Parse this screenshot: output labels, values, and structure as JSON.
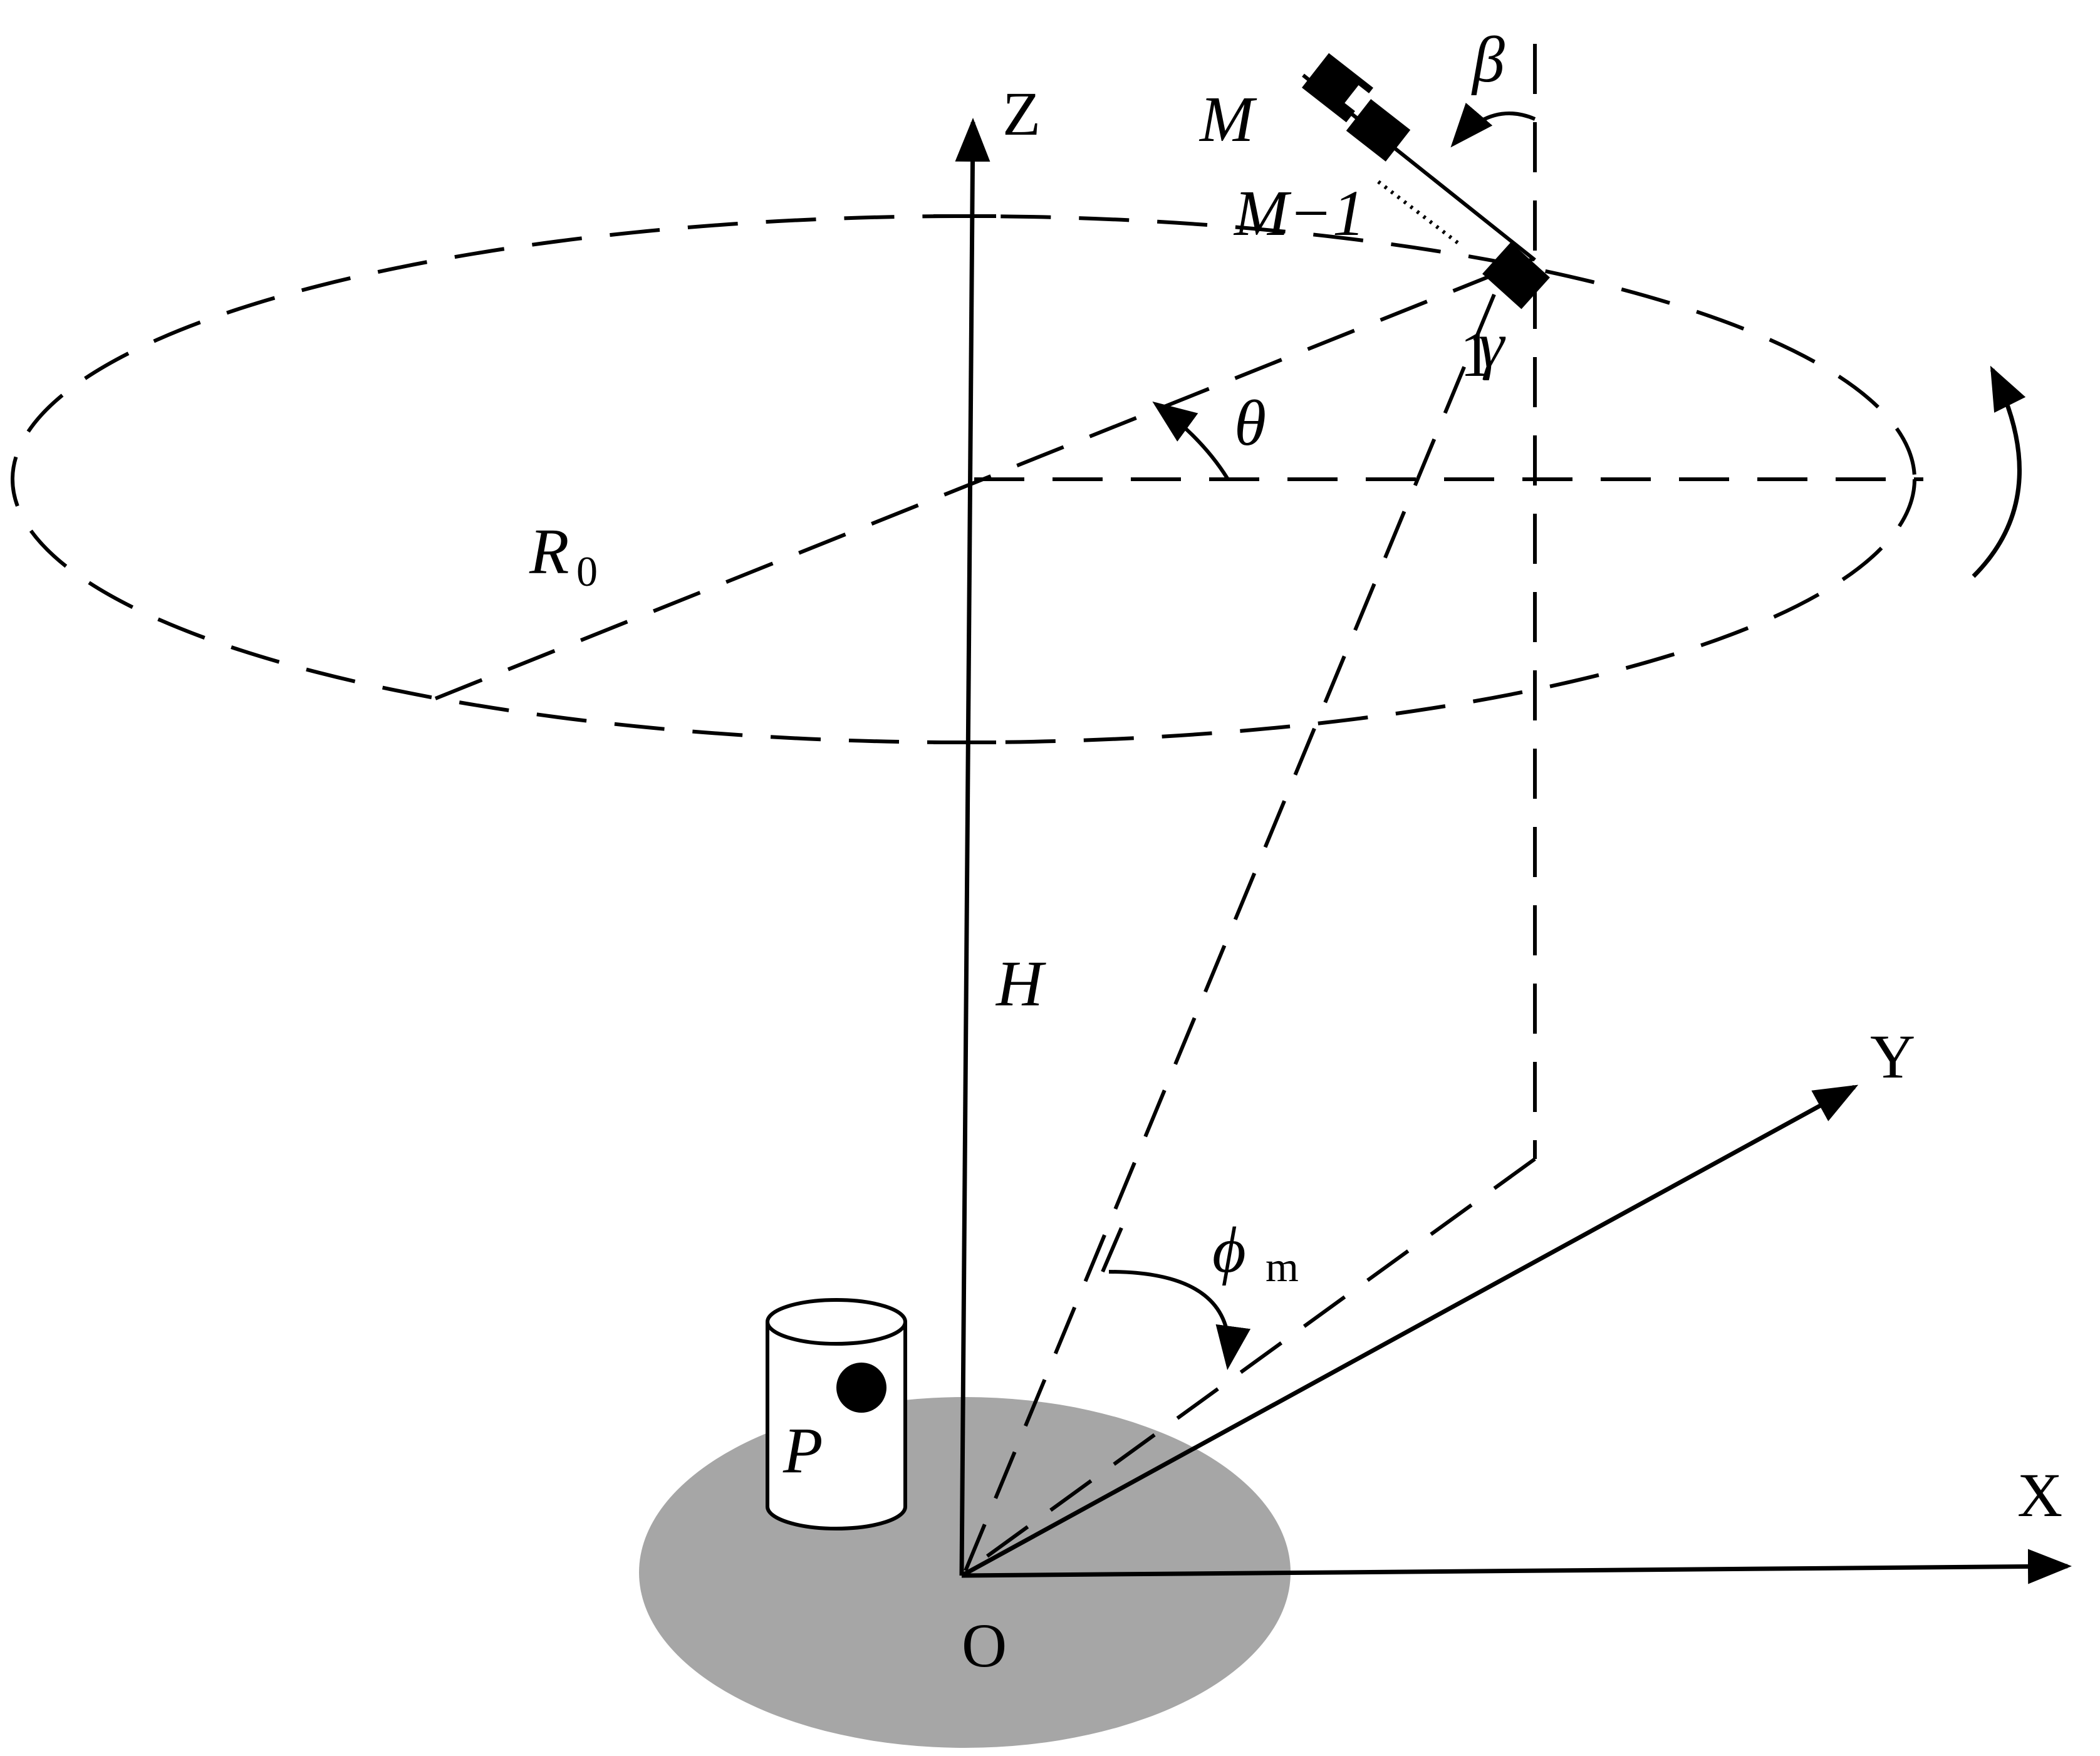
{
  "labels": {
    "z_axis": "Z",
    "y_axis": "Y",
    "x_axis": "X",
    "origin": "O",
    "height": "H",
    "radius_main": "R",
    "radius_sub": "0",
    "theta": "θ",
    "beta": "β",
    "gamma": "γ",
    "phi_main": "ϕ",
    "phi_sub": "m",
    "element_m": "M",
    "element_m_minus_1": "M−1",
    "element_1": "1",
    "target": "P"
  },
  "colors": {
    "stroke": "#000000",
    "ground": "#a6a6a6",
    "background": "#ffffff"
  }
}
